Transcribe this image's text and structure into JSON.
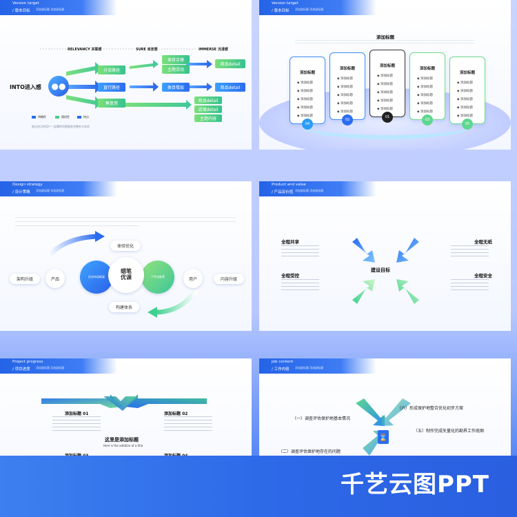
{
  "slide1": {
    "en": "Version target",
    "cn": "/ 版本目标",
    "sub": "添加副标题 添加副标题",
    "col1": "RELEVANCY 关联感",
    "col2": "SURE 肯定感",
    "col3": "IMMERSE 沉浸感",
    "left": "INTO进入感",
    "mid": [
      "分流路径",
      "直行路径",
      "筹意用"
    ],
    "stage2": [
      "类目合锋",
      "主题活动",
      "类目楼层"
    ],
    "stage3": [
      "商品detail",
      "商品detail",
      "商品detail",
      "店铺detail",
      "主题内容"
    ],
    "legend": [
      "明确性",
      "随机性",
      "待点"
    ],
    "note": "能达终点的用户一层曝转而需要新完整的大体验"
  },
  "slide2": {
    "en": "Version target",
    "cn": "/ 版本目标",
    "sub": "添加副标题 添加副标题",
    "title": "添加标题",
    "cards": [
      {
        "title": "添加标题",
        "items": [
          "添加标题",
          "添加标题",
          "添加标题",
          "添加标题",
          "添加标题"
        ],
        "num": "04"
      },
      {
        "title": "添加标题",
        "items": [
          "添加标题",
          "添加标题",
          "添加标题",
          "添加标题",
          "添加标题"
        ],
        "num": "02"
      },
      {
        "title": "添加标题",
        "items": [
          "添加标题",
          "添加标题",
          "添加标题",
          "添加标题",
          "添加标题"
        ],
        "num": "01"
      },
      {
        "title": "添加标题",
        "items": [
          "添加标题",
          "添加标题",
          "添加标题",
          "添加标题",
          "添加标题"
        ],
        "num": "03"
      },
      {
        "title": "添加标题",
        "items": [
          "添加标题",
          "添加标题",
          "添加标题",
          "添加标题",
          "添加标题"
        ],
        "num": "05"
      }
    ]
  },
  "slide3": {
    "en": "Design strategy",
    "cn": "/ 设计策略",
    "sub": "添加副标题 添加副标题",
    "top": "体验优化",
    "bottom": "构建体系",
    "left_outer": "架构升级",
    "left_inner": "产品",
    "center": "蜡笔\n优课",
    "c_left": "优化布局框架",
    "c_right": "个性化推荐",
    "right_inner": "用户",
    "right_outer": "内容升级"
  },
  "slide4": {
    "en": "Product and value",
    "cn": "/ 产品及价值",
    "sub": "添加副标题 添加副标题",
    "center": "建设目标",
    "tl": "全程共享",
    "bl": "全程受控",
    "tr": "全程无纸",
    "br": "全程安全"
  },
  "slide5": {
    "en": "Project progress",
    "cn": "/ 项目进度",
    "sub": "添加副标题 添加副标题",
    "center": "这里是添加标题",
    "center_en": "Here is the addition of a title",
    "items": [
      "添加标题 01",
      "添加标题 02",
      "添加标题 03",
      "添加标题 04"
    ]
  },
  "slide6": {
    "en": "Job content",
    "cn": "/ 工作内容",
    "sub": "添加副标题 添加副标题",
    "items": [
      "（六）形成保护地整合优化初步方案",
      "（一）调查评估保护地基本情况",
      "（五）制作完成矢量化的勘界工作底图",
      "（二）调查评估保护地存在的问题"
    ]
  },
  "brand": "千艺云图PPT"
}
